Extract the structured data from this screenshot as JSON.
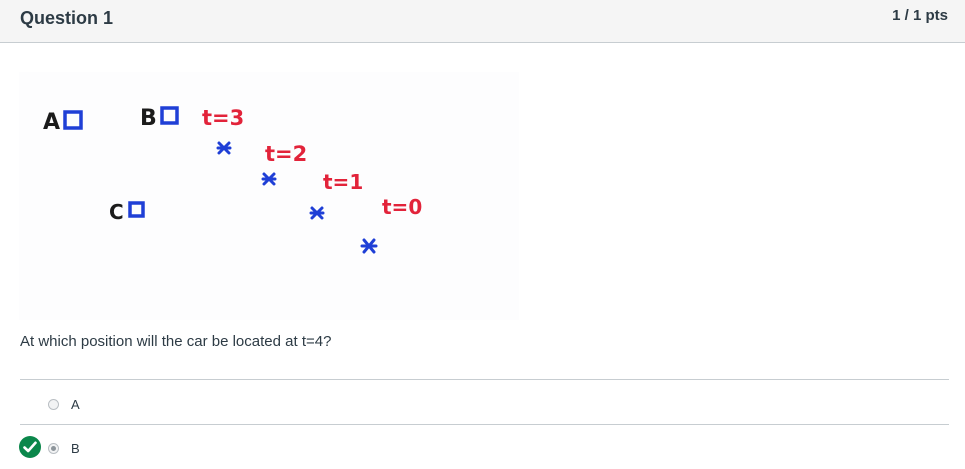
{
  "question": {
    "title": "Question 1",
    "points": "1 / 1 pts",
    "text": "At which position will the car be located at t=4?"
  },
  "figure": {
    "labels": {
      "a": "A",
      "b": "B",
      "c": "C",
      "t3": "t=3",
      "t2": "t=2",
      "t1": "t=1",
      "t0": "t=0"
    },
    "colors": {
      "blue": "#1f3fd6",
      "red": "#e2233a",
      "black": "#1b1b1b"
    }
  },
  "answers": [
    {
      "label": "A",
      "selected": false,
      "correct": false
    },
    {
      "label": "B",
      "selected": true,
      "correct": true
    }
  ],
  "icons": {
    "correct": "checkmark-icon"
  }
}
